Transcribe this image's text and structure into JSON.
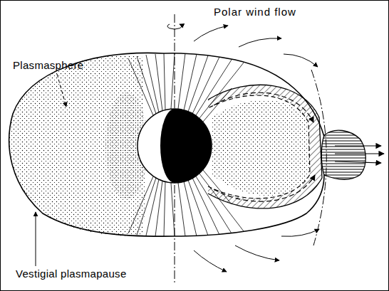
{
  "diagram": {
    "labels": [
      "Polar wind flow",
      "Plasmasphere",
      "Vestigial plasmapause"
    ]
  }
}
